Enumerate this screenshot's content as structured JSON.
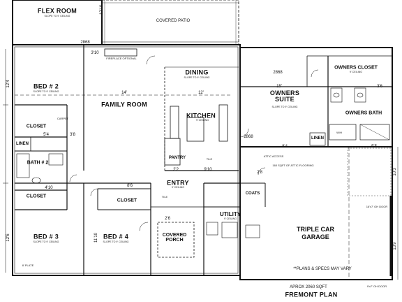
{
  "rooms": {
    "flex_room": {
      "name": "FLEX ROOM",
      "note": "SLOPE TO 9' CEILING"
    },
    "covered_patio": {
      "name": "COVERED PATIO"
    },
    "bed2": {
      "name": "BED # 2",
      "note": "SLOPE TO 9' CEILING"
    },
    "family_room": {
      "name": "FAMILY ROOM"
    },
    "dining": {
      "name": "DINING",
      "note": "SLOPE TO 9' CEILING"
    },
    "kitchen": {
      "name": "KITCHEN",
      "note": "9' CEILING"
    },
    "owners_suite": {
      "name": "OWNERS SUITE",
      "note": "SLOPE TO 9' CEILING"
    },
    "owners_closet": {
      "name": "OWNERS CLOSET",
      "note": "9' CEILING"
    },
    "owners_bath": {
      "name": "OWNERS BATH"
    },
    "closet_a": {
      "name": "CLOSET"
    },
    "linen_a": {
      "name": "LINEN"
    },
    "bath2": {
      "name": "BATH # 2"
    },
    "linen_b": {
      "name": "LINEN"
    },
    "closet_b": {
      "name": "CLOSET"
    },
    "closet_c": {
      "name": "CLOSET"
    },
    "bed3": {
      "name": "BED # 3",
      "note": "SLOPE TO 9' CEILING"
    },
    "bed4": {
      "name": "BED # 4",
      "note": "SLOPE TO 9' CEILING"
    },
    "entry": {
      "name": "ENTRY",
      "note": "9' CEILING"
    },
    "covered_porch": {
      "name": "COVERED PORCH"
    },
    "utility": {
      "name": "UTILITY",
      "note": "9' CEILING"
    },
    "pantry": {
      "name": "PANTRY"
    },
    "coats": {
      "name": "COATS"
    },
    "triple_garage": {
      "name": "TRIPLE CAR GARAGE"
    }
  },
  "dimensions": {
    "d_3_10": "3'10",
    "d_14": "14'",
    "d_12": "12'",
    "d_15": "15'",
    "d_9_10": "9'10",
    "d_3_6": "3'6",
    "d_5_4": "5'4",
    "d_3_8": "3'8",
    "d_4_10": "4'10",
    "d_8_6": "8'6",
    "d_8_4": "8'4",
    "d_5_5": "5'5",
    "d_2_2": "2'2",
    "d_2_6": "2'6",
    "d_2_8": "2'8",
    "d_2868_a": "2868",
    "d_2868_b": "2868",
    "d_2868_c": "2868",
    "d_12_10": "12'10",
    "d_12_4": "12'4",
    "d_11_10": "11'10",
    "d_10_3": "10'3",
    "d_13_9": "13'9",
    "d_12_6": "12'6"
  },
  "annotations": {
    "fireplace": "FIREPLACE OPTIONAL",
    "attic_access": "ATTIC ACCESS",
    "attic_flooring": "160 SQFT OF ATTIC FLOORING",
    "carpet": "CARPET",
    "tile": "TILE",
    "door_16": "16'x7' OH DOOR",
    "door_9": "9'x7' OH DOOR",
    "wh": "W/H",
    "tile_small": "TILE",
    "plate_8": "8' PLATE"
  },
  "footer": {
    "plans_note": "**PLANS & SPECS MAY VARY",
    "sqft": "APROX 2060 SQFT",
    "plan_name": "FREMONT PLAN"
  }
}
